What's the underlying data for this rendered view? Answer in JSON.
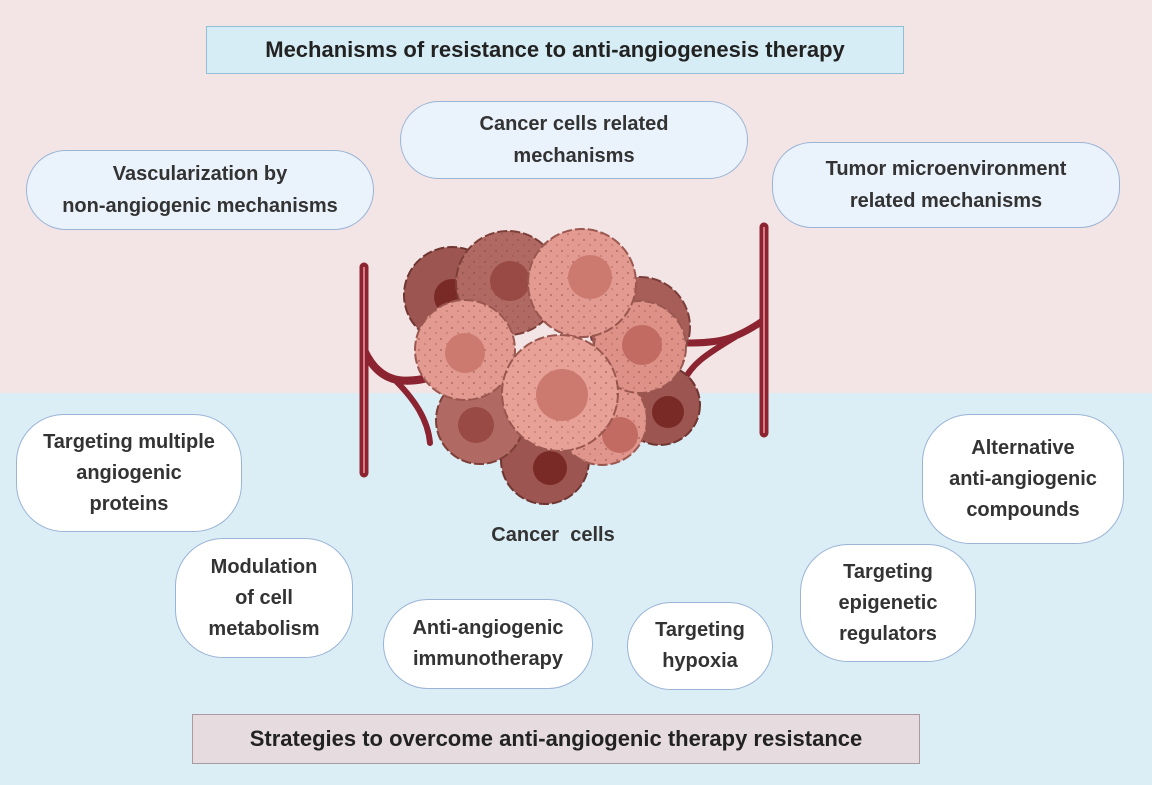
{
  "title": "Mechanisms of resistance to anti-angiogenesis therapy",
  "mechanisms": [
    {
      "id": "vascularization",
      "label": "Vascularization by\nnon-angiogenic mechanisms"
    },
    {
      "id": "cancer-cells",
      "label": "Cancer cells related\nmechanisms"
    },
    {
      "id": "microenvironment",
      "label": "Tumor microenvironment\nrelated mechanisms"
    }
  ],
  "image_caption": "Cancer  cells",
  "strategies": [
    {
      "id": "multiple-proteins",
      "label": "Targeting multiple\nangiogenic\nproteins"
    },
    {
      "id": "cell-metabolism",
      "label": "Modulation\nof cell\nmetabolism"
    },
    {
      "id": "immunotherapy",
      "label": "Anti-angiogenic\nimmunotherapy"
    },
    {
      "id": "hypoxia",
      "label": "Targeting\nhypoxia"
    },
    {
      "id": "epigenetic",
      "label": "Targeting\nepigenetic\nregulators"
    },
    {
      "id": "alternative-compounds",
      "label": "Alternative\nanti-angiogenic\ncompounds"
    }
  ],
  "bottom_title": "Strategies to overcome anti-angiogenic therapy resistance",
  "colors": {
    "top_band": "#f3e5e5",
    "bottom_band": "#dbeef6",
    "vessel": "#8b2430",
    "cell_light": "#e39a90",
    "cell_dark": "#a85e58"
  }
}
